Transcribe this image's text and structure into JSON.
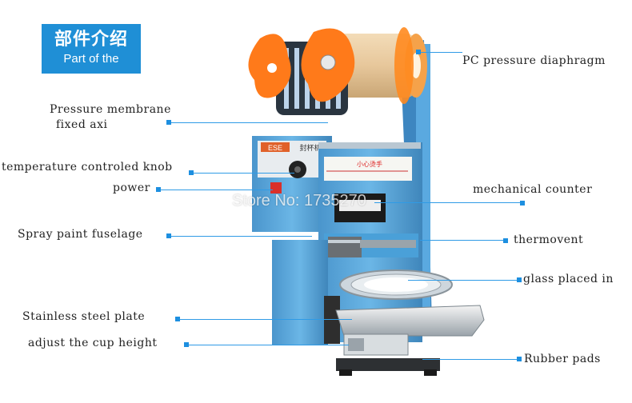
{
  "header": {
    "title_cn": "部件介绍",
    "title_en": "Part of the"
  },
  "labels": {
    "pc_pressure_diaphragm": "PC pressure diaphragm",
    "pressure_membrane_line1": "Pressure membrane",
    "pressure_membrane_line2": "fixed axi",
    "temperature_knob": "temperature controled knob",
    "power": "power",
    "mechanical_counter": "mechanical counter",
    "spray_paint_fuselage": "Spray paint fuselage",
    "thermovent": "thermovent",
    "glass_placed_in": "glass placed in",
    "stainless_steel_plate": "Stainless steel plate",
    "adjust_cup_height": "adjust the cup height",
    "rubber_pads": "Rubber pads"
  },
  "machine_panel": {
    "brand": "ESE",
    "title": "封杯机",
    "warning": "小心烫手"
  },
  "watermark": "Store No: 1735270",
  "colors": {
    "accent": "#1f8fd6",
    "machine_blue": "#5fa9dd",
    "orange": "#f08a2a",
    "label_blue": "#1d8fe0"
  }
}
